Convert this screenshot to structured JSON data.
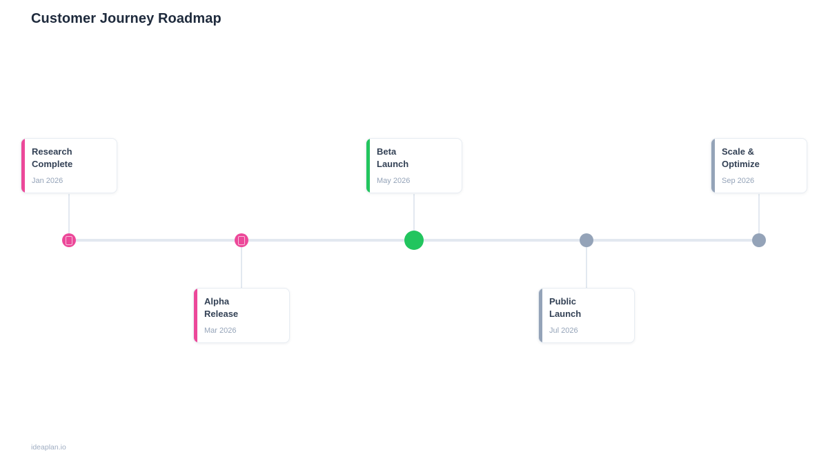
{
  "header": {
    "title": "Customer Journey Roadmap"
  },
  "footer": {
    "brand": "ideaplan.io"
  },
  "colors": {
    "completed_pink": "#ec4899",
    "current_green": "#22c55e",
    "upcoming_gray": "#94a3b8",
    "timeline_line": "#e2e8f0",
    "card_title_text": "#334155",
    "card_date_text": "#94a3b8",
    "page_title_text": "#1e2a3c"
  },
  "timeline": {
    "orientation": "horizontal",
    "milestones": [
      {
        "label": "Research Complete",
        "date": "Jan 2026",
        "accent_color": "#ec4899",
        "side": "above",
        "dot": {
          "color": "#ec4899",
          "size": "small",
          "glyph": "missing-glyph-box"
        }
      },
      {
        "label": "Alpha Release",
        "date": "Mar 2026",
        "accent_color": "#ec4899",
        "side": "below",
        "dot": {
          "color": "#ec4899",
          "size": "small",
          "glyph": "missing-glyph-box"
        }
      },
      {
        "label": "Beta Launch",
        "date": "May 2026",
        "accent_color": "#22c55e",
        "side": "above",
        "dot": {
          "color": "#22c55e",
          "size": "large",
          "glyph": null
        }
      },
      {
        "label": "Public Launch",
        "date": "Jul 2026",
        "accent_color": "#94a3b8",
        "side": "below",
        "dot": {
          "color": "#94a3b8",
          "size": "small",
          "glyph": null
        }
      },
      {
        "label": "Scale & Optimize",
        "date": "Sep 2026",
        "accent_color": "#94a3b8",
        "side": "above",
        "dot": {
          "color": "#94a3b8",
          "size": "small",
          "glyph": null
        }
      }
    ]
  }
}
